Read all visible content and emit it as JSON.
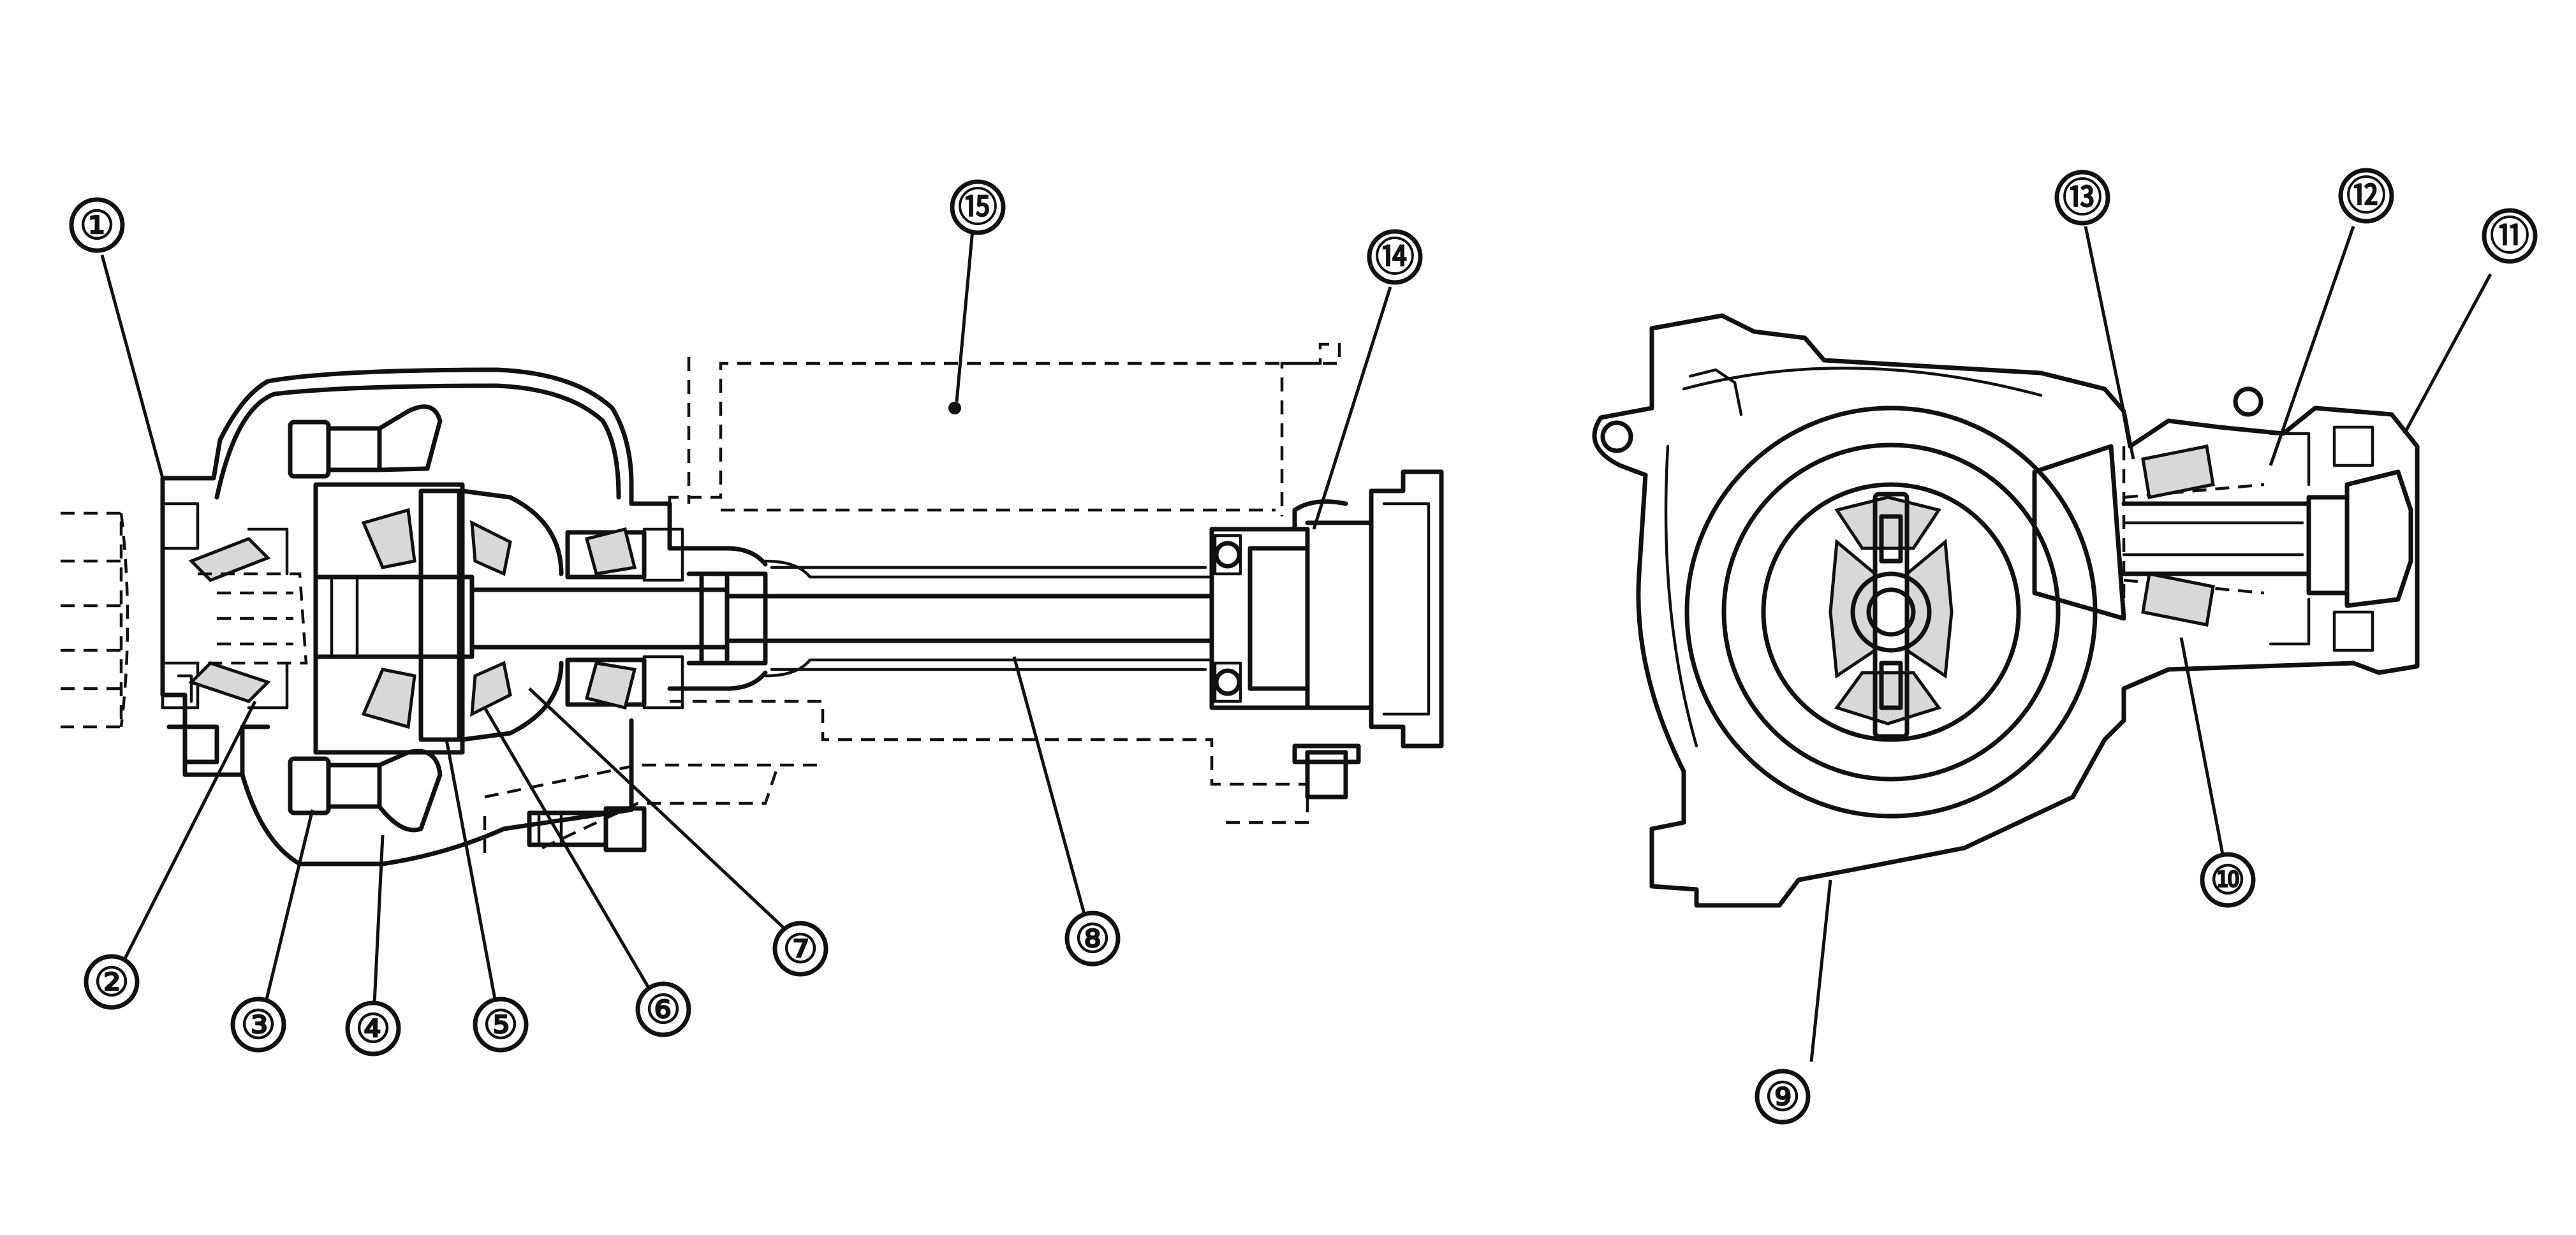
{
  "callouts": [
    {
      "id": "1",
      "label": "①"
    },
    {
      "id": "2",
      "label": "②"
    },
    {
      "id": "3",
      "label": "③"
    },
    {
      "id": "4",
      "label": "④"
    },
    {
      "id": "5",
      "label": "⑤"
    },
    {
      "id": "6",
      "label": "⑥"
    },
    {
      "id": "7",
      "label": "⑦"
    },
    {
      "id": "8",
      "label": "⑧"
    },
    {
      "id": "9",
      "label": "⑨"
    },
    {
      "id": "10",
      "label": "⑩"
    },
    {
      "id": "11",
      "label": "⑪"
    },
    {
      "id": "12",
      "label": "⑫"
    },
    {
      "id": "13",
      "label": "⑬"
    },
    {
      "id": "14",
      "label": "⑭"
    },
    {
      "id": "15",
      "label": "⑮"
    }
  ],
  "colors": {
    "ink": "#111111",
    "background": "#ffffff"
  }
}
